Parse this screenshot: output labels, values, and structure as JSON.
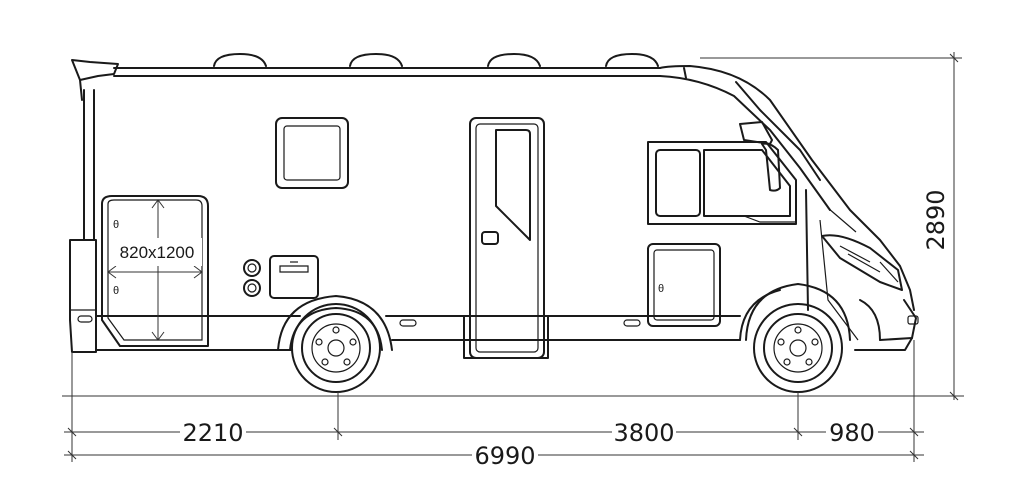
{
  "diagram": {
    "garage_door_label": "820x1200",
    "dimensions": {
      "rear_overhang": "2210",
      "wheelbase": "3800",
      "front_overhang": "980",
      "total_length": "6990",
      "height": "2890"
    },
    "colors": {
      "line": "#1a1a1a",
      "background": "#ffffff"
    }
  }
}
